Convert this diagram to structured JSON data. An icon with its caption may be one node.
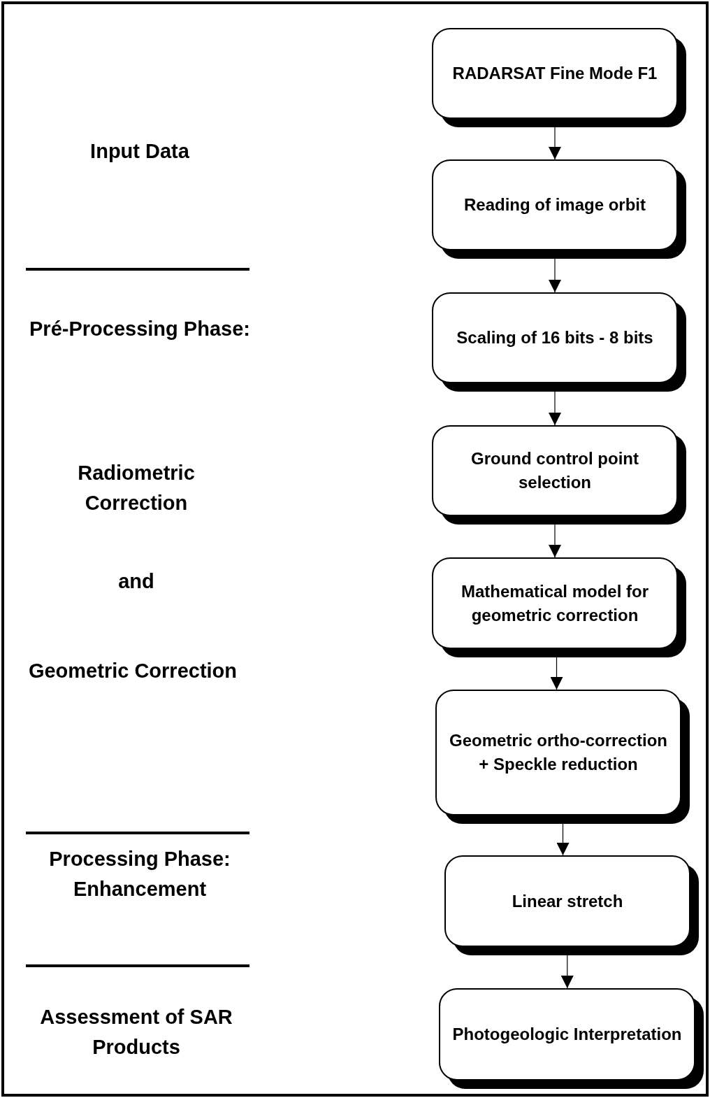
{
  "diagram": {
    "nodes": [
      {
        "text": [
          "RADARSAT Fine Mode F1"
        ]
      },
      {
        "text": [
          "Reading of image orbit"
        ]
      },
      {
        "text": [
          "Scaling of 16 bits - 8 bits"
        ]
      },
      {
        "text": [
          "Ground control point selection"
        ]
      },
      {
        "text": [
          "Mathematical model for geometric correction"
        ]
      },
      {
        "text": [
          "Geometric ortho-correction + Speckle reduction"
        ]
      },
      {
        "text": [
          "Linear stretch"
        ]
      },
      {
        "text": [
          "Photogeologic Interpretation"
        ]
      }
    ],
    "edges": [
      {
        "from": 0,
        "to": 1,
        "arrow": "to"
      },
      {
        "from": 1,
        "to": 2,
        "arrow": "to"
      },
      {
        "from": 2,
        "to": 3,
        "arrow": "to"
      },
      {
        "from": 3,
        "to": 4,
        "arrow": "to"
      },
      {
        "from": 4,
        "to": 5,
        "arrow": "to"
      },
      {
        "from": 5,
        "to": 6,
        "arrow": "to"
      },
      {
        "from": 6,
        "to": 7,
        "arrow": "to"
      }
    ],
    "labels": [
      "Input Data",
      "Pré-Processing Phase:",
      "Radiometric Correction",
      "and",
      "Geometric Correction",
      "Processing Phase: Enhancement",
      "Assessment of SAR Products"
    ]
  }
}
